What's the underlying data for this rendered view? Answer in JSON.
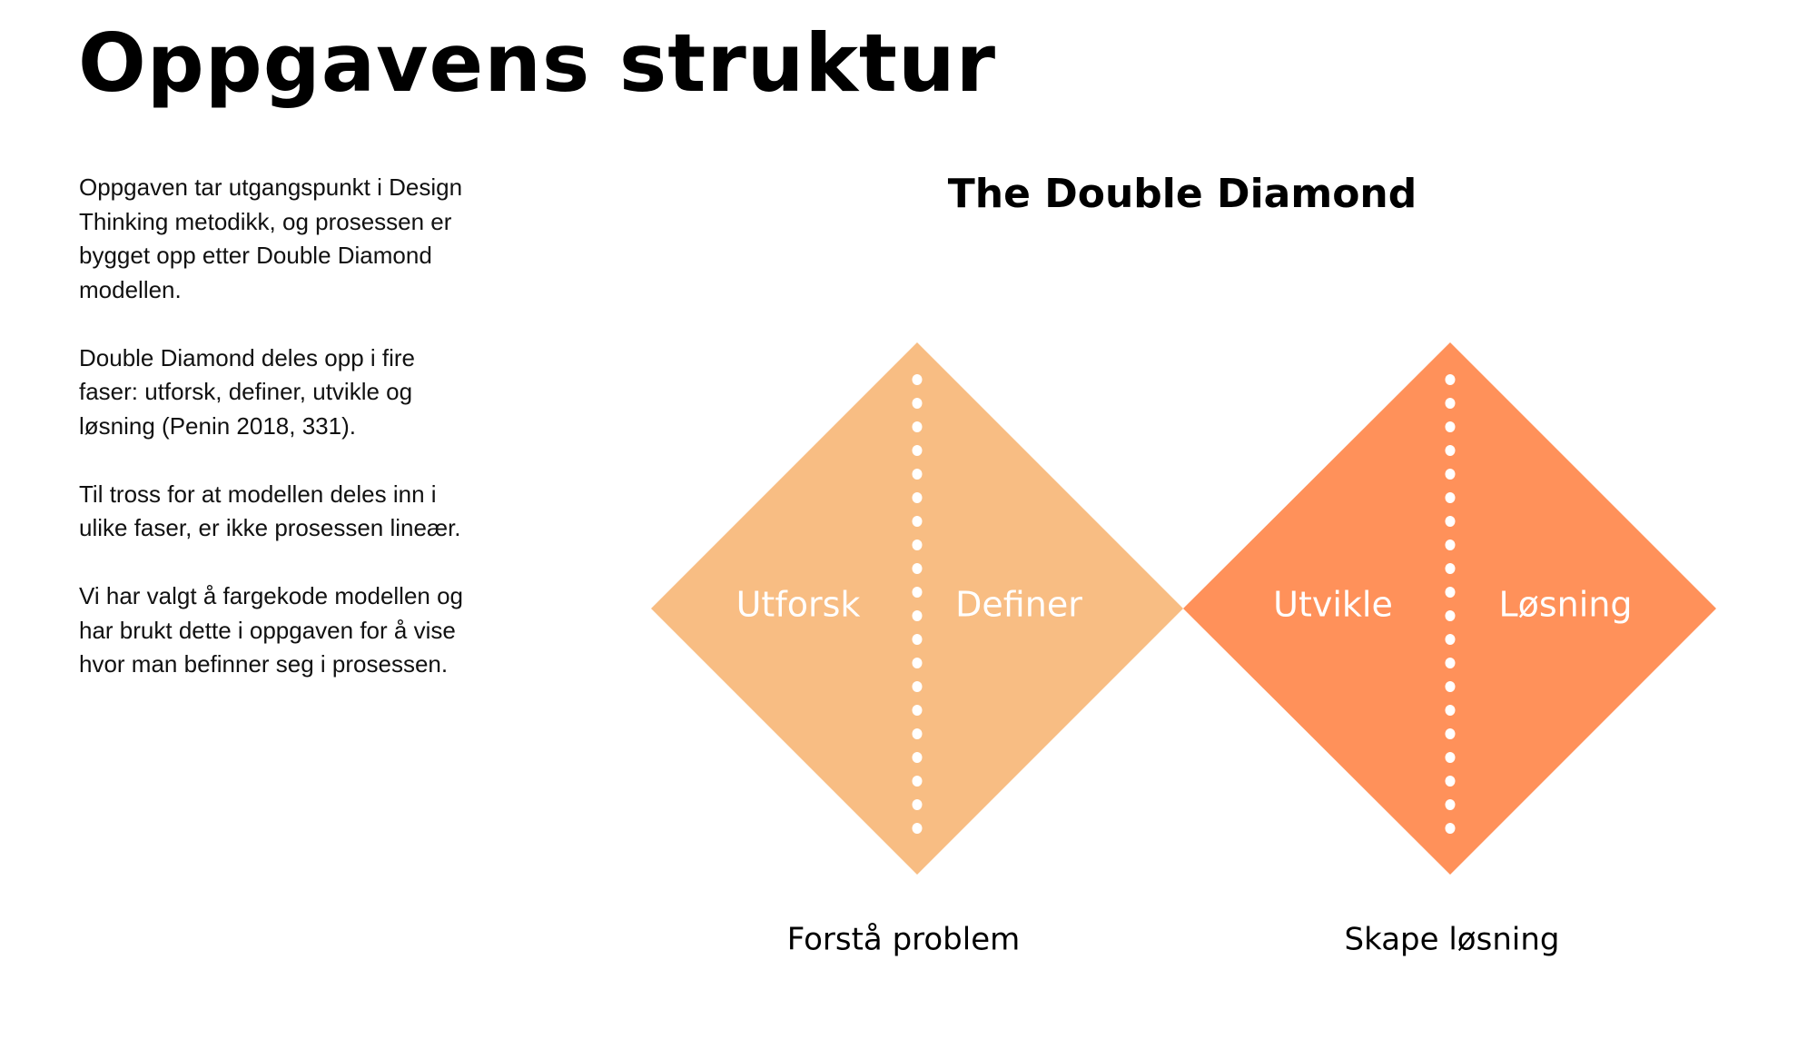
{
  "title": "Oppgavens struktur",
  "intro_paragraphs": [
    [
      "Oppgaven tar utgangspunkt i Design",
      "Thinking metodikk, og prosessen er",
      "bygget opp etter Double Diamond",
      "modellen."
    ],
    [
      "Double Diamond deles opp i fire",
      "faser: utforsk, definer, utvikle og",
      "løsning (Penin 2018, 331)."
    ],
    [
      "Til tross for at modellen deles inn i",
      "ulike faser, er ikke prosessen lineær."
    ],
    [
      "Vi har valgt å fargekode modellen og",
      "har brukt dette i oppgaven for å vise",
      "hvor man befinner seg i prosessen."
    ]
  ],
  "diagram": {
    "title": "The Double Diamond",
    "diamonds": [
      {
        "color": "#F8BD83",
        "left_label": "Utforsk",
        "right_label": "Definer",
        "caption": "Forstå problem"
      },
      {
        "color": "#FF915A",
        "left_label": "Utvikle",
        "right_label": "Løsning",
        "caption": "Skape løsning"
      }
    ]
  }
}
